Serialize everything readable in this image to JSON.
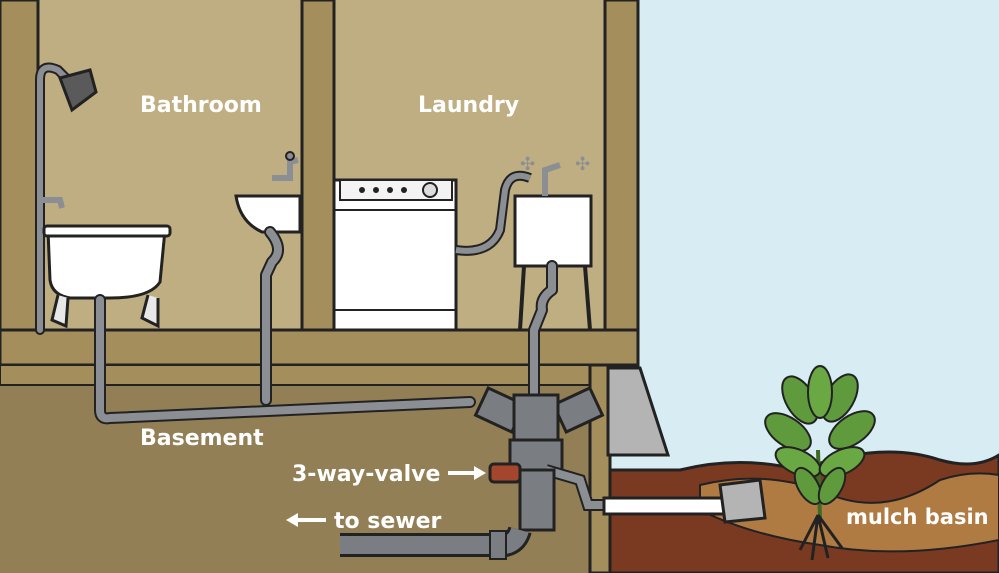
{
  "labels": {
    "bathroom": "Bathroom",
    "laundry": "Laundry",
    "basement": "Basement",
    "valve": "3-way-valve",
    "sewer": "to sewer",
    "mulch_basin": "mulch basin"
  },
  "colors": {
    "sky": "#d7ecf3",
    "wall_interior": "#bfae81",
    "house_frame": "#a48e5b",
    "basement": "#927f55",
    "soil": "#7a3a22",
    "mulch": "#b07a43",
    "pipe_gray": "#8b8f93",
    "plant_green": "#5f9a3c",
    "label_text": "#ffffff"
  },
  "icons": {
    "showerhead": "showerhead-icon",
    "bathtub": "bathtub-icon",
    "sink": "sink-icon",
    "washing_machine": "washing-machine-icon",
    "laundry_tub": "laundry-tub-icon",
    "valve": "three-way-valve-icon",
    "plant": "plant-icon",
    "arrow_right": "arrow-right-icon",
    "arrow_left": "arrow-left-icon"
  }
}
